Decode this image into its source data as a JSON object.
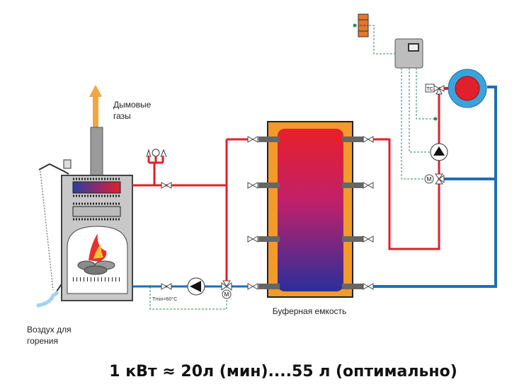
{
  "labels": {
    "flue_gases_line1": "Дымовые",
    "flue_gases_line2": "газы",
    "combustion_air_line1": "Воздух для",
    "combustion_air_line2": "горения",
    "buffer_tank": "Буферная емкость",
    "tmin": "Tmin=60°C",
    "thermostat": "TC",
    "motor": "M",
    "formula": "1 кВт ≈ 20л (мин)....55 л (оптимально)"
  },
  "colors": {
    "supply": "#e0202a",
    "return": "#1f6db5",
    "control_line": "#2e8b57",
    "tank_shell": "#f39a2b",
    "boiler": "#c8c8c8",
    "flue": "#f3a540"
  }
}
